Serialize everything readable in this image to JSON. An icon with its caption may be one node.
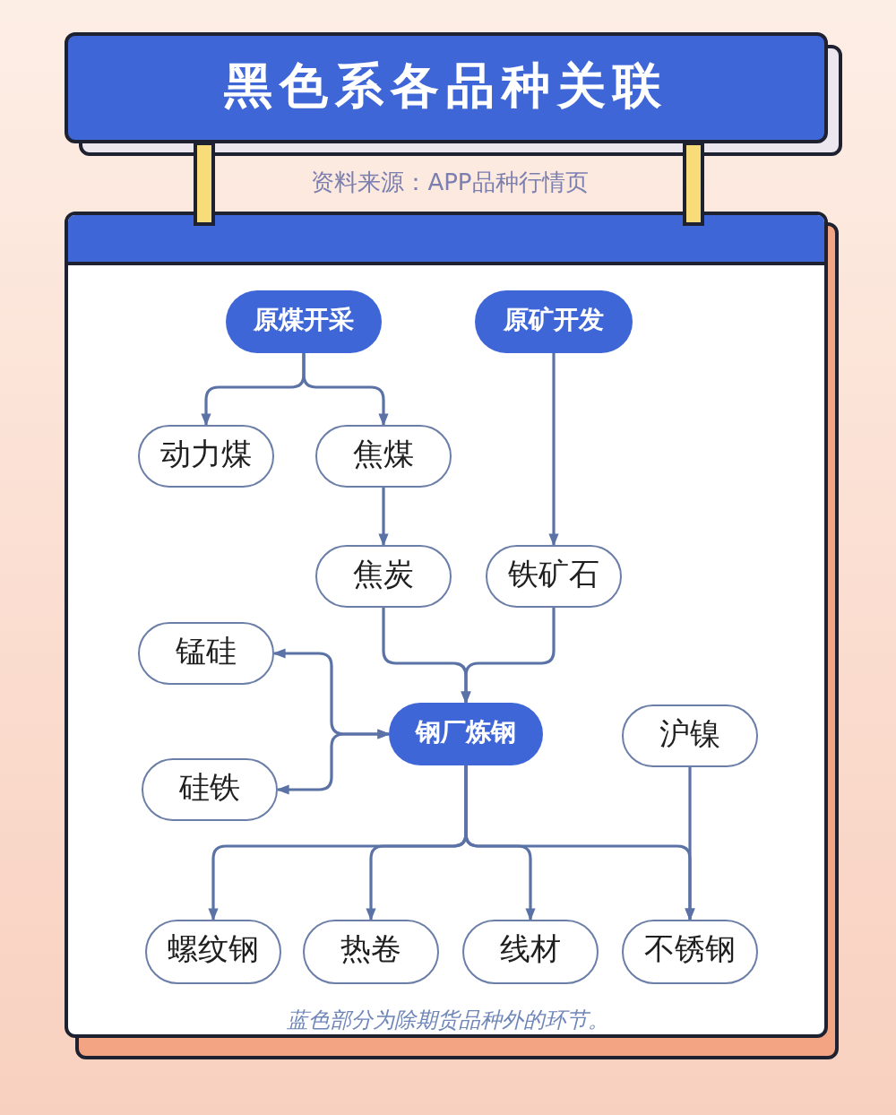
{
  "diagram": {
    "title": "黑色系各品种关联",
    "caption": "蓝色部分为除期货品种外的环节。",
    "labels": [
      "资料来源：APP品种行情页"
    ],
    "nodes": [
      {
        "text": [
          "原煤开采"
        ]
      },
      {
        "text": [
          "原矿开发"
        ]
      },
      {
        "text": [
          "动力煤"
        ]
      },
      {
        "text": [
          "焦煤"
        ]
      },
      {
        "text": [
          "焦炭"
        ]
      },
      {
        "text": [
          "铁矿石"
        ]
      },
      {
        "text": [
          "锰硅"
        ]
      },
      {
        "text": [
          "钢厂炼钢"
        ]
      },
      {
        "text": [
          "沪镍"
        ]
      },
      {
        "text": [
          "硅铁"
        ]
      },
      {
        "text": [
          "螺纹钢"
        ]
      },
      {
        "text": [
          "热卷"
        ]
      },
      {
        "text": [
          "线材"
        ]
      },
      {
        "text": [
          "不锈钢"
        ]
      }
    ],
    "edges": [
      {
        "from": 0,
        "to": 2,
        "arrow": "to"
      },
      {
        "from": 0,
        "to": 3,
        "arrow": "to"
      },
      {
        "from": 1,
        "to": 5,
        "arrow": "to"
      },
      {
        "from": 3,
        "to": 4,
        "arrow": "to"
      },
      {
        "from": 4,
        "to": 7,
        "arrow": "to"
      },
      {
        "from": 5,
        "to": 7,
        "arrow": "to"
      },
      {
        "from": 6,
        "to": 7,
        "arrow": "both"
      },
      {
        "from": 9,
        "to": 7,
        "arrow": "both"
      },
      {
        "from": 7,
        "to": 10,
        "arrow": "to"
      },
      {
        "from": 7,
        "to": 11,
        "arrow": "to"
      },
      {
        "from": 7,
        "to": 12,
        "arrow": "to"
      },
      {
        "from": 7,
        "to": 13,
        "arrow": "to"
      },
      {
        "from": 8,
        "to": 13,
        "arrow": "to"
      }
    ]
  }
}
